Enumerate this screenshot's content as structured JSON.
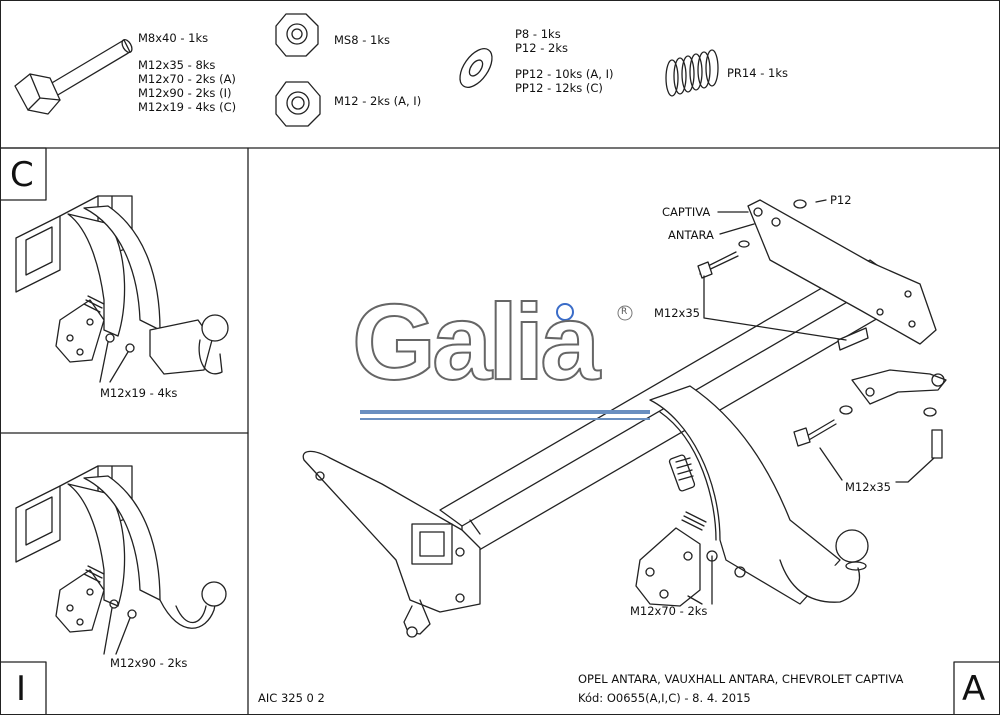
{
  "parts": {
    "bolt": [
      "M8x40 - 1ks",
      "M12x35 - 8ks",
      "M12x70 - 2ks (A)",
      "M12x90 - 2ks (I)",
      "M12x19 - 4ks (C)"
    ],
    "nut_m8": "MS8 - 1ks",
    "nut_m12": "M12 - 2ks (A, I)",
    "washer": [
      "P8 - 1ks",
      "P12 - 2ks",
      "PP12 - 10ks (A, I)",
      "PP12 - 12ks (C)"
    ],
    "spring": "PR14 - 1ks"
  },
  "variants": {
    "c": {
      "letter": "C",
      "callout": "M12x19 - 4ks"
    },
    "i": {
      "letter": "I",
      "callout": "M12x90 - 2ks"
    },
    "a": {
      "letter": "A"
    }
  },
  "main": {
    "callouts": {
      "p12": "P12",
      "captiva": "CAPTIVA",
      "antara": "ANTARA",
      "m12x35_top": "M12x35",
      "m12x35_right": "M12x35",
      "m12x70": "M12x70 - 2ks"
    }
  },
  "logo": {
    "text": "Galia",
    "mark": "R"
  },
  "footer": {
    "code": "AIC 325 0 2",
    "vehicle": "OPEL ANTARA, VAUXHALL ANTARA, CHEVROLET CAPTIVA",
    "kod": "Kód: O0655(A,I,C) - 8. 4. 2015"
  }
}
